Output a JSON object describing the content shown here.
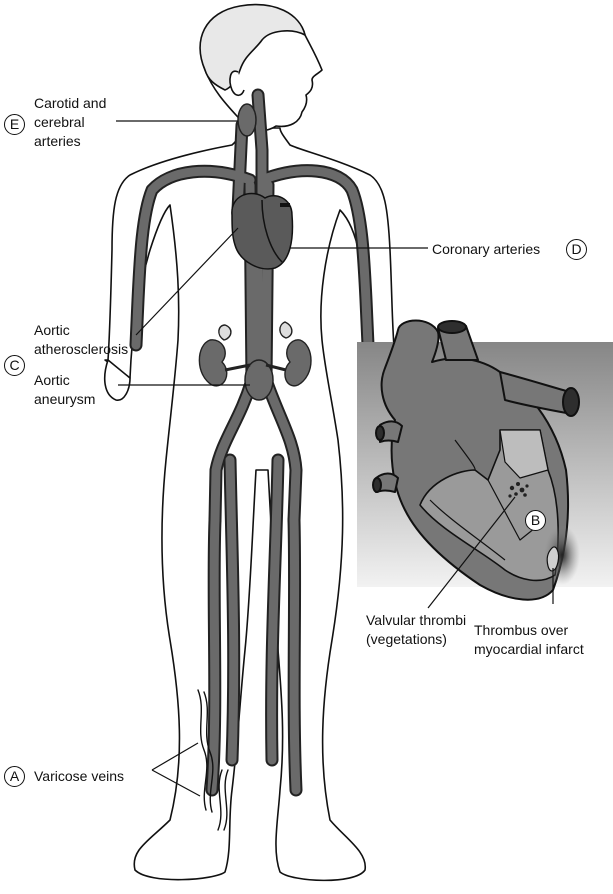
{
  "labels": {
    "carotid": {
      "marker": "E",
      "line1": "Carotid and",
      "line2": "cerebral",
      "line3": "arteries"
    },
    "coronary": {
      "marker": "D",
      "text": "Coronary arteries"
    },
    "atherosclerosis": {
      "line1": "Aortic",
      "line2": "atherosclerosis"
    },
    "aneurysm": {
      "marker": "C",
      "line1": "Aortic",
      "line2": "aneurysm"
    },
    "varicose": {
      "marker": "A",
      "text": "Varicose veins"
    },
    "valvular": {
      "line1": "Valvular thrombi",
      "line2": "(vegetations)"
    },
    "mural": {
      "line1": "Thrombus over",
      "line2": "myocardial infarct"
    },
    "inset_marker": "B"
  },
  "colors": {
    "vessel": "#5a5a5a",
    "vessel_dark": "#2b2b2b",
    "outline": "#111111",
    "inset_bg_top": "#8a8a8a",
    "inset_bg_bottom": "#f4f4f4"
  }
}
